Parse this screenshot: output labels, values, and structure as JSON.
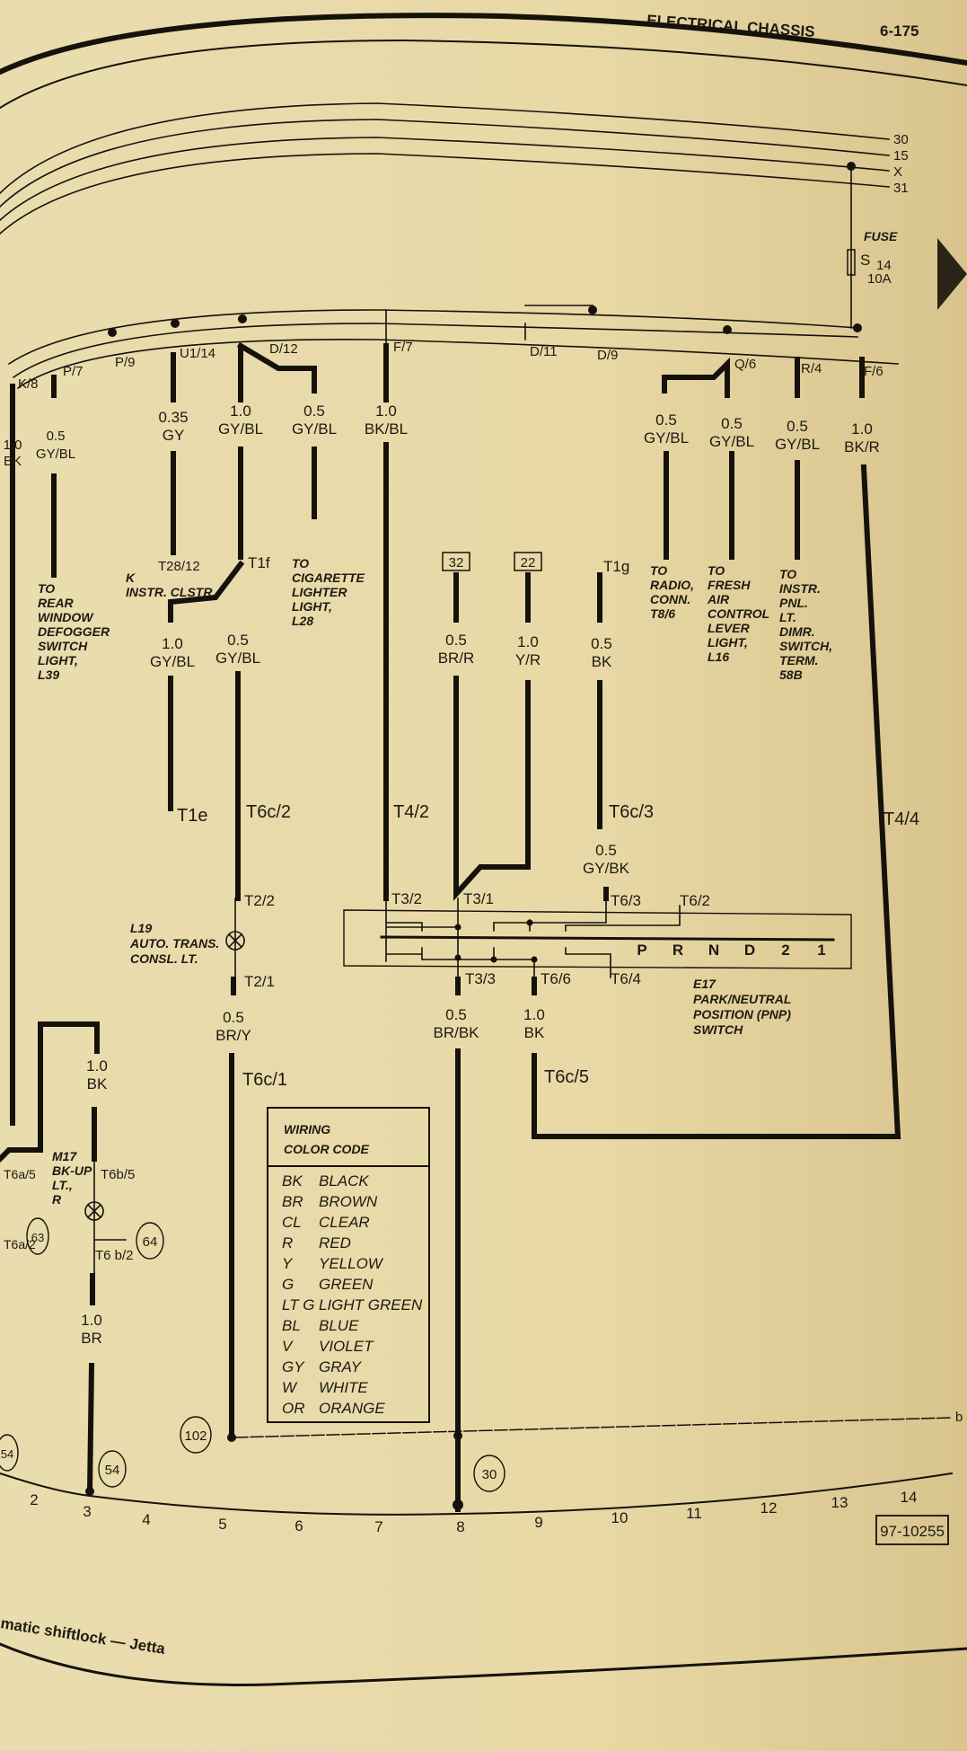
{
  "header": {
    "title": "ELECTRICAL CHASSIS",
    "page": "6-175"
  },
  "bus_labels": [
    "30",
    "15",
    "X",
    "31",
    "b"
  ],
  "fuse": {
    "label": "FUSE",
    "id": "S",
    "sub": "14",
    "rating": "10A"
  },
  "top_connectors": [
    "K/8",
    "P/7",
    "P/9",
    "U1/14",
    "D/12",
    "F/7",
    "D/11",
    "D/9",
    "Q/6",
    "R/4",
    "F/6"
  ],
  "wires_top": [
    {
      "size": "1.0",
      "color": "BK"
    },
    {
      "size": "0.5",
      "color": "GY/BL"
    },
    {
      "size": "0.35",
      "color": "GY"
    },
    {
      "size": "1.0",
      "color": "GY/BL"
    },
    {
      "size": "0.5",
      "color": "GY/BL"
    },
    {
      "size": "1.0",
      "color": "BK/BL"
    },
    {
      "size": "0.5",
      "color": "GY/BL"
    },
    {
      "size": "0.5",
      "color": "GY/BL"
    },
    {
      "size": "0.5",
      "color": "GY/BL"
    },
    {
      "size": "1.0",
      "color": "BK/R"
    }
  ],
  "notes": {
    "rear_defogger": [
      "TO",
      "REAR",
      "WINDOW",
      "DEFOGGER",
      "SWITCH",
      "LIGHT,",
      "L39"
    ],
    "instr_cluster": [
      "K",
      "INSTR. CLSTR."
    ],
    "cigarette": [
      "TO",
      "CIGARETTE",
      "LIGHTER",
      "LIGHT,",
      "L28"
    ],
    "radio": [
      "TO",
      "RADIO,",
      "CONN.",
      "T8/6"
    ],
    "fresh_air": [
      "TO",
      "FRESH",
      "AIR",
      "CONTROL",
      "LEVER",
      "LIGHT,",
      "L16"
    ],
    "instr_panel": [
      "TO",
      "INSTR.",
      "PNL.",
      "LT.",
      "DIMR.",
      "SWITCH,",
      "TERM.",
      "58B"
    ],
    "l19": [
      "L19",
      "AUTO. TRANS.",
      "CONSL. LT."
    ],
    "e17": [
      "E17",
      "PARK/NEUTRAL",
      "POSITION (PNP)",
      "SWITCH"
    ],
    "m17": [
      "M17",
      "BK-UP",
      "LT.,",
      "R"
    ]
  },
  "connectors": {
    "t28_12": "T28/12",
    "t1f": "T1f",
    "t1g": "T1g",
    "t1e": "T1e",
    "t6c_2": "T6c/2",
    "t4_2": "T4/2",
    "t6c_3": "T6c/3",
    "t4_4": "T4/4",
    "t2_2": "T2/2",
    "t3_2": "T3/2",
    "t3_1": "T3/1",
    "t6_3": "T6/3",
    "t6_2": "T6/2",
    "t2_1": "T2/1",
    "t3_3": "T3/3",
    "t6_6": "T6/6",
    "t6_4": "T6/4",
    "t6c_1": "T6c/1",
    "t6c_5": "T6c/5",
    "t6a_5": "T6a/5",
    "t6b_5": "T6b/5",
    "t6a_2": "T6a/2",
    "t6b_2": "T6 b/2"
  },
  "boxes": {
    "b32": "32",
    "b22": "22"
  },
  "wires_mid": [
    {
      "size": "1.0",
      "color": "GY/BL"
    },
    {
      "size": "0.5",
      "color": "GY/BL"
    },
    {
      "size": "0.5",
      "color": "BR/R"
    },
    {
      "size": "1.0",
      "color": "Y/R"
    },
    {
      "size": "0.5",
      "color": "BK"
    },
    {
      "size": "0.5",
      "color": "GY/BK"
    }
  ],
  "wires_low": [
    {
      "size": "0.5",
      "color": "BR/Y"
    },
    {
      "size": "0.5",
      "color": "BR/BK"
    },
    {
      "size": "1.0",
      "color": "BK"
    },
    {
      "size": "1.0",
      "color": "BK"
    },
    {
      "size": "1.0",
      "color": "BR"
    }
  ],
  "gear_positions": [
    "P",
    "R",
    "N",
    "D",
    "2",
    "1"
  ],
  "ground_refs": [
    "102",
    "54",
    "54",
    "30",
    "63",
    "64"
  ],
  "color_code": {
    "title_lines": [
      "WIRING",
      "COLOR CODE"
    ],
    "entries": [
      {
        "abbr": "BK",
        "name": "BLACK"
      },
      {
        "abbr": "BR",
        "name": "BROWN"
      },
      {
        "abbr": "CL",
        "name": "CLEAR"
      },
      {
        "abbr": "R",
        "name": "RED"
      },
      {
        "abbr": "Y",
        "name": "YELLOW"
      },
      {
        "abbr": "G",
        "name": "GREEN"
      },
      {
        "abbr": "LT G",
        "name": "LIGHT GREEN"
      },
      {
        "abbr": "BL",
        "name": "BLUE"
      },
      {
        "abbr": "V",
        "name": "VIOLET"
      },
      {
        "abbr": "GY",
        "name": "GRAY"
      },
      {
        "abbr": "W",
        "name": "WHITE"
      },
      {
        "abbr": "OR",
        "name": "ORANGE"
      }
    ]
  },
  "grid_numbers": [
    "2",
    "3",
    "4",
    "5",
    "6",
    "7",
    "8",
    "9",
    "10",
    "11",
    "12",
    "13",
    "14"
  ],
  "figure_id": "97-10255",
  "footer": "matic shiftlock — Jetta"
}
